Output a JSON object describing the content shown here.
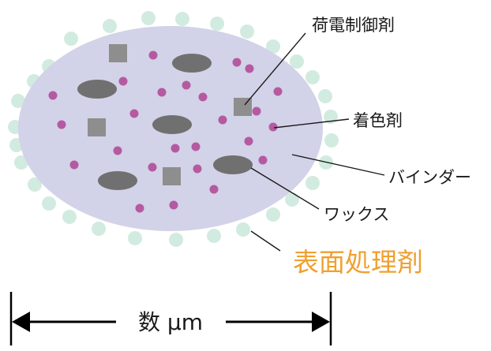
{
  "labels": {
    "charge_control_agent": "荷電制御剤",
    "colorant": "着色剤",
    "binder": "バインダー",
    "wax": "ワックス",
    "surface_treatment_agent": "表面処理剤",
    "size": "数 μm"
  },
  "colors": {
    "binder_fill": "#d2d2e8",
    "external_additive": "#d2ebe0",
    "colorant_dot": "#b55aa0",
    "wax": "#707070",
    "charge_control": "#8e8e8e",
    "highlight_label": "#f0a030",
    "text": "#1a1a1a"
  }
}
